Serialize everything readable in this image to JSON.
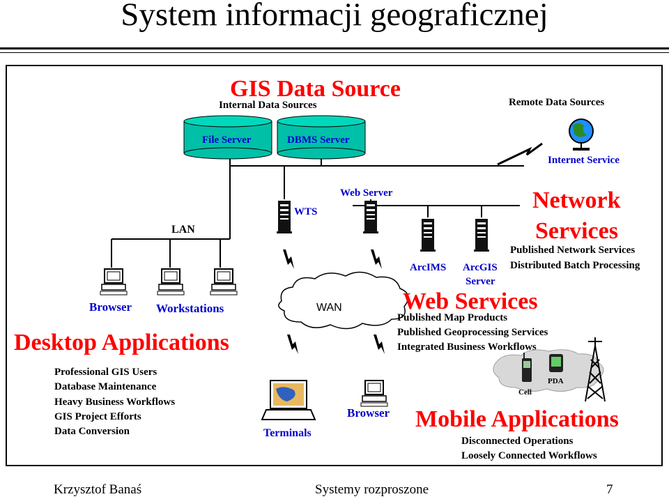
{
  "slide": {
    "title": "System informacji geograficznej",
    "footer_left": "Krzysztof Banaś",
    "footer_center": "Systemy rozproszone",
    "page_number": "7"
  },
  "diagram": {
    "gis_data_source": "GIS Data Source",
    "internal_data_sources": "Internal Data Sources",
    "file_server": "File Server",
    "dbms_server": "DBMS Server",
    "remote_data_sources": "Remote Data Sources",
    "internet_service": "Internet Service",
    "lan": "LAN",
    "wts": "WTS",
    "web_server": "Web Server",
    "network_services_line1": "Network",
    "network_services_line2": "Services",
    "network_items": [
      "Published Network Services",
      "Distributed Batch Processing"
    ],
    "arcims": "ArcIMS",
    "arcgis_line1": "ArcGIS",
    "arcgis_line2": "Server",
    "browser": "Browser",
    "workstations": "Workstations",
    "wan": "WAN",
    "web_services": "Web Services",
    "web_items": [
      "Published Map Products",
      "Published Geoprocessing Services",
      "Integrated Business Workflows"
    ],
    "desktop_applications": "Desktop Applications",
    "desktop_items": [
      "Professional GIS Users",
      "Database Maintenance",
      "Heavy Business Workflows",
      "GIS Project Efforts",
      "Data Conversion"
    ],
    "cell": "Cell",
    "pda": "PDA",
    "terminals": "Terminals",
    "browser_terminal": "Browser",
    "mobile_applications": "Mobile Applications",
    "mobile_items": [
      "Disconnected Operations",
      "Loosely Connected Workflows"
    ]
  },
  "colors": {
    "red": "#ff0000",
    "blue": "#0000cc",
    "cylinder": "#00c0a8",
    "cylinder_text": "#0000cc"
  }
}
